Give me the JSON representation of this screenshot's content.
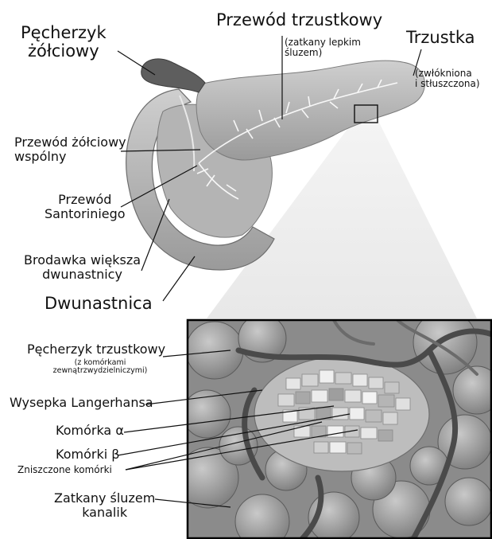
{
  "top_labels": {
    "gallbladder": [
      "Pęcherzyk",
      "żółciowy"
    ],
    "pancreatic_duct": "Przewód trzustkowy",
    "pancreatic_duct_note": [
      "(zatkany lepkim",
      "śluzem)"
    ],
    "pancreas": "Trzustka",
    "pancreas_note": [
      "(zwłókniona",
      "i stłuszczona)"
    ],
    "common_bile_duct": [
      "Przewód żółciowy",
      "wspólny"
    ],
    "santorini_duct": [
      "Przewód",
      "Santoriniego"
    ],
    "major_papilla": [
      "Brodawka większa",
      "dwunastnicy"
    ],
    "duodenum": "Dwunastnica"
  },
  "bottom_labels": {
    "acinus": "Pęcherzyk trzustkowy",
    "acinus_note": [
      "(z komórkami",
      "zewnątrzwydzielniczymi)"
    ],
    "islet": "Wysepka Langerhansa",
    "alpha_cell": "Komórka α",
    "beta_cells": "Komórki β",
    "destroyed_cells": "Zniszczone komórki",
    "plugged_duct": [
      "Zatkany śluzem",
      "kanalik"
    ]
  },
  "colors": {
    "organ_fill": "#b9b9b9",
    "organ_dark": "#7a7a7a",
    "gallbladder": "#5e5e5e",
    "duodenum": "#a9a9a9",
    "panel_border": "#000000",
    "leader_line": "#111111"
  }
}
